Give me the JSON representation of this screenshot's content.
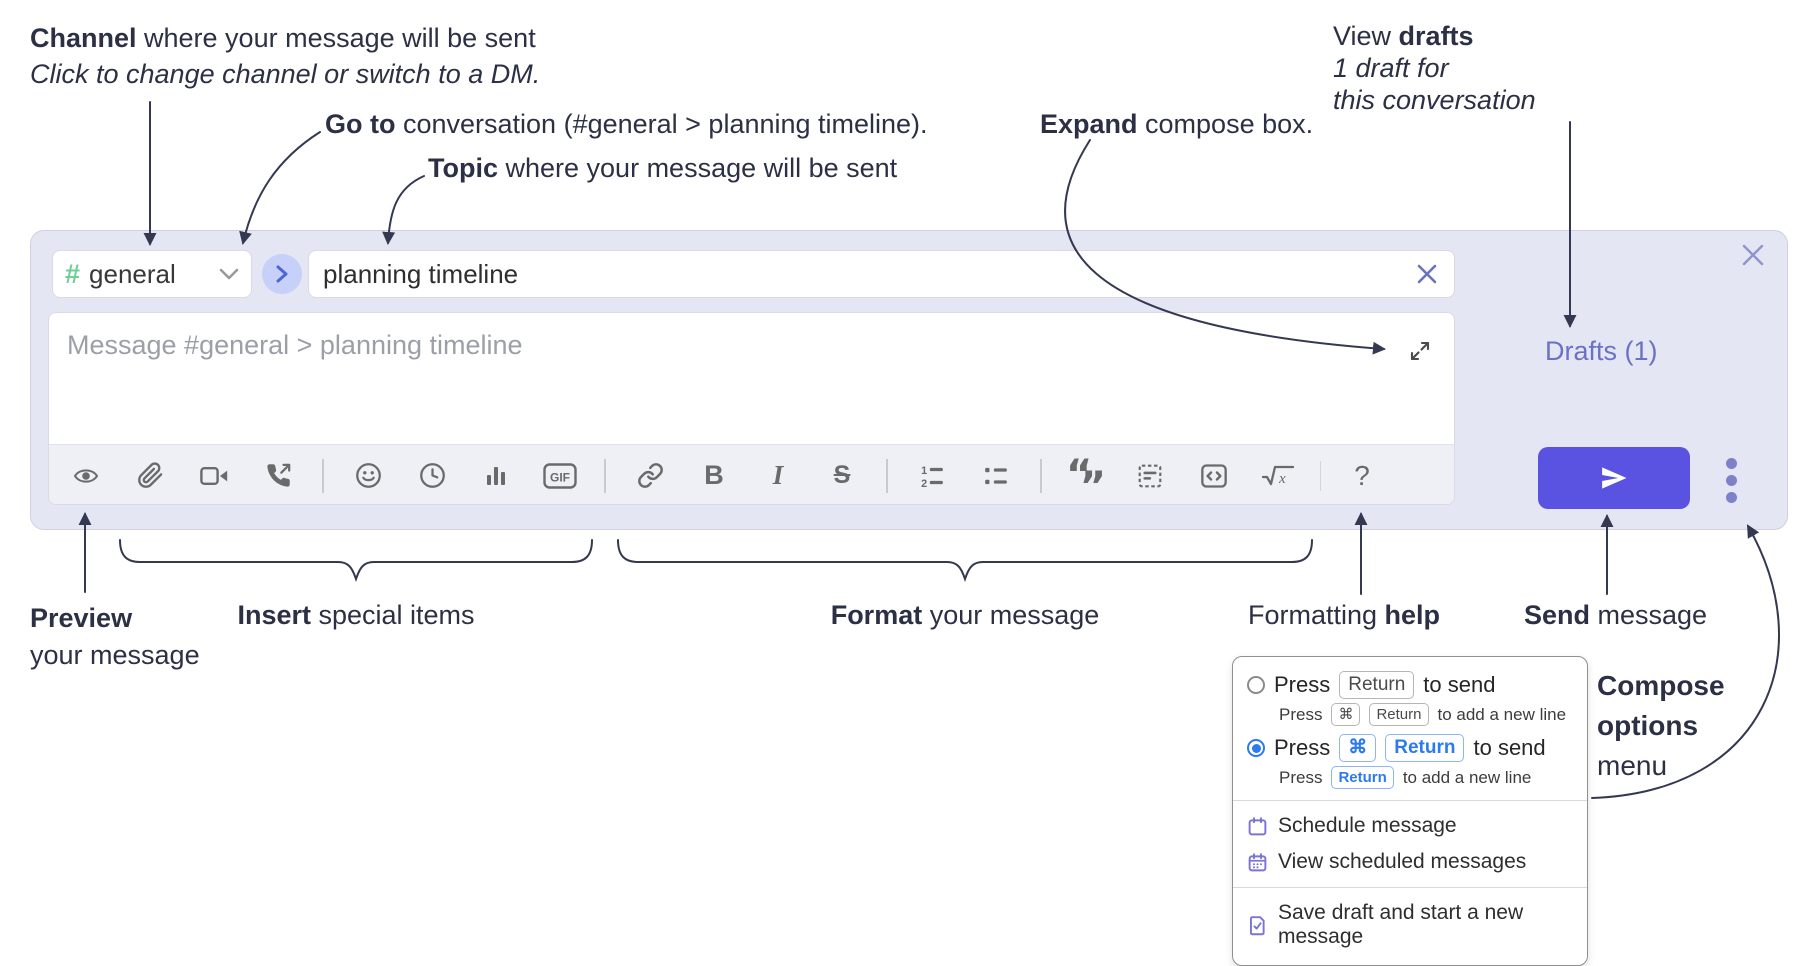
{
  "annotations": {
    "channel": {
      "bold": "Channel",
      "rest": " where your message will be sent",
      "italic": "Click to change channel or switch to a DM."
    },
    "goto": {
      "bold": "Go to",
      "rest": " conversation (#general > planning timeline)."
    },
    "topic": {
      "bold": "Topic",
      "rest": " where your message will be sent"
    },
    "expand": {
      "bold": "Expand",
      "rest": " compose box."
    },
    "drafts": {
      "line1_normal": "View ",
      "line1_bold": "drafts",
      "line2": "1 draft for",
      "line3": "this conversation"
    },
    "preview": {
      "bold": "Preview",
      "line2": "your message"
    },
    "insert": {
      "bold": "Insert",
      "rest": " special items"
    },
    "format": {
      "bold": "Format",
      "rest": " your message"
    },
    "formatting_help": {
      "normal": "Formatting ",
      "bold": "help"
    },
    "send": {
      "bold": "Send",
      "rest": " message"
    },
    "compose_options": {
      "bold1": "Compose",
      "bold2": "options",
      "line3": "menu"
    }
  },
  "compose": {
    "channel_selector": {
      "hash": "#",
      "channel_name": "general"
    },
    "topic_input": {
      "value": "planning timeline"
    },
    "message_input": {
      "placeholder": "Message #general > planning timeline"
    },
    "drafts_link": "Drafts (1)",
    "toolbar_icon_names": [
      "preview",
      "attach-file",
      "add-video-call",
      "add-voice-call",
      "add-emoji",
      "add-global-time",
      "add-poll",
      "add-gif",
      "link",
      "bold",
      "italic",
      "strikethrough",
      "numbered-list",
      "bulleted-list",
      "quote",
      "spoiler",
      "code",
      "math",
      "help"
    ],
    "glyphs": {
      "bold": "B",
      "italic": "I",
      "strike": "S",
      "gif": "GIF",
      "help": "?",
      "num1": "1",
      "num2": "2",
      "quote_open": "“",
      "quote_close": "”",
      "math_x": "x"
    }
  },
  "options_menu": {
    "radio1": {
      "pre": "Press",
      "kbd1": "Return",
      "post": "to send",
      "sub_pre": "Press",
      "sub_kbd1": "⌘",
      "sub_kbd2": "Return",
      "sub_post": "to add a new line"
    },
    "radio2": {
      "pre": "Press",
      "kbd1": "⌘",
      "kbd2": "Return",
      "post": "to send",
      "sub_pre": "Press",
      "sub_kbd1": "Return",
      "sub_post": "to add a new line"
    },
    "items": {
      "schedule": "Schedule message",
      "view_scheduled": "View scheduled messages",
      "save_draft": "Save draft and start a new message"
    }
  },
  "colors": {
    "compose_bg": "#e4e6f3",
    "send_button": "#5a52e0",
    "drafts_link": "#6b71c5",
    "channel_hash": "#6fcf97",
    "radio_selected": "#2b7af0",
    "menu_icon": "#7a73d9",
    "annotation_text": "#2c3045",
    "toolbar_icon": "#6a6a6a"
  }
}
